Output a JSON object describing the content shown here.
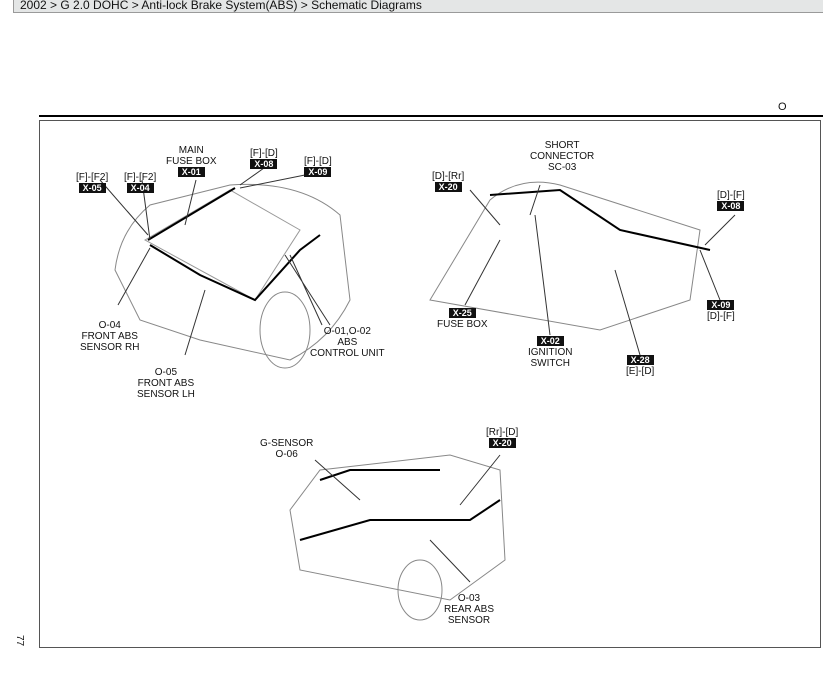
{
  "breadcrumb": "2002 > G 2.0 DOHC > Anti-lock Brake System(ABS) > Schematic Diagrams",
  "section_letter": "O",
  "page_number": "77",
  "labels": {
    "x05_loc": "[F]-[F2]",
    "x05": "X-05",
    "x04_loc": "[F]-[F2]",
    "x04": "X-04",
    "main_fuse": "MAIN",
    "main_fuse2": "FUSE BOX",
    "x01": "X-01",
    "x08_loc": "[F]-[D]",
    "x08": "X-08",
    "x09_loc": "[F]-[D]",
    "x09": "X-09",
    "o04": "O-04",
    "o04a": "FRONT ABS",
    "o04b": "SENSOR RH",
    "o05": "O-05",
    "o05a": "FRONT ABS",
    "o05b": "SENSOR LH",
    "o0102": "O-01,O-02",
    "o0102a": "ABS",
    "o0102b": "CONTROL UNIT",
    "x20a_loc": "[D]-[Rr]",
    "x20a": "X-20",
    "short": "SHORT",
    "short2": "CONNECTOR",
    "sc03": "SC-03",
    "x08b_loc": "[D]-[F]",
    "x08b": "X-08",
    "x25": "X-25",
    "fusebox": "FUSE BOX",
    "x02": "X-02",
    "ign": "IGNITION",
    "ign2": "SWITCH",
    "x28": "X-28",
    "x28_loc": "[E]-[D]",
    "x09b": "X-09",
    "x09b_loc": "[D]-[F]",
    "gsensor": "G-SENSOR",
    "o06": "O-06",
    "x20b_loc": "[Rr]-[D]",
    "x20b": "X-20",
    "o03": "O-03",
    "o03a": "REAR ABS",
    "o03b": "SENSOR"
  }
}
